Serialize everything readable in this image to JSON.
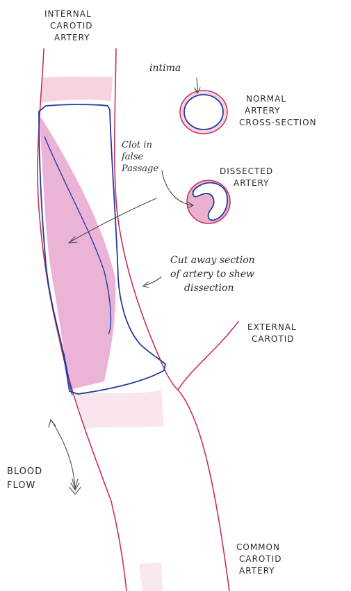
{
  "labels": {
    "internal_carotid": [
      "INTERNAL",
      "CAROTID",
      "ARTERY"
    ],
    "intima": "intima",
    "normal_artery": [
      "NORMAL",
      "ARTERY",
      "CROSS-SECTION"
    ],
    "clot": [
      "Clot in",
      "false",
      "Passage"
    ],
    "dissected_artery": [
      "DISSECTED",
      "ARTERY"
    ],
    "cut_away": [
      "Cut away section",
      "of artery to shew",
      "dissection"
    ],
    "external_carotid": [
      "EXTERNAL",
      "CAROTID"
    ],
    "blood_flow": [
      "BLOOD",
      "FLOW"
    ],
    "common_carotid": [
      "COMMON",
      "CAROTID",
      "ARTERY"
    ]
  },
  "colors": {
    "artery_wall": "#c8305a",
    "intima": "#243a9e",
    "clot_fill": "#e7a7cf",
    "wall_tint": "#f2c4d6",
    "ink": "#2b2b2b",
    "pencil": "#6a6a6a"
  }
}
